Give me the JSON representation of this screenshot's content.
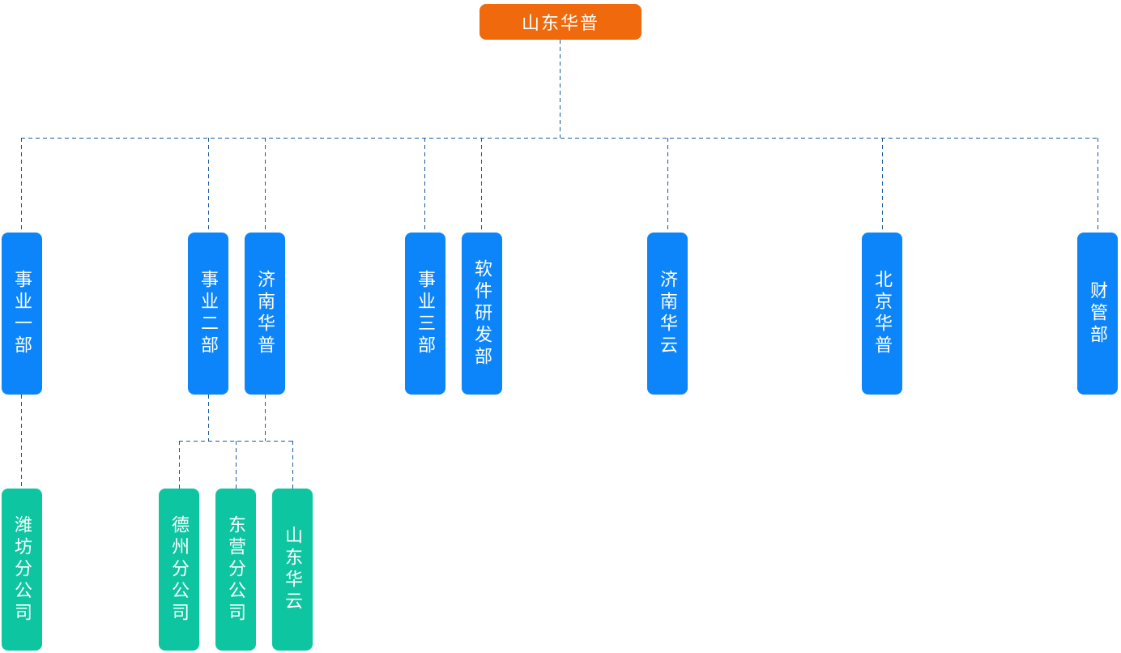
{
  "colors": {
    "root_node": "#F0690C",
    "department_node": "#0C85FB",
    "branch_node": "#0DC5A0",
    "connector": "#1A5A9C"
  },
  "org": {
    "root": {
      "label": "山东华普"
    },
    "departments": [
      {
        "label": "事业一部"
      },
      {
        "label": "事业二部"
      },
      {
        "label": "济南华普"
      },
      {
        "label": "事业三部"
      },
      {
        "label": "软件研发部"
      },
      {
        "label": "济南华云"
      },
      {
        "label": "北京华普"
      },
      {
        "label": "财管部"
      }
    ],
    "branches": [
      {
        "label": "潍坊分公司",
        "parent": "事业一部"
      },
      {
        "label": "德州分公司",
        "parent": "事业二部"
      },
      {
        "label": "东营分公司",
        "parent": "事业二部"
      },
      {
        "label": "山东华云",
        "parent": "济南华普"
      }
    ]
  }
}
